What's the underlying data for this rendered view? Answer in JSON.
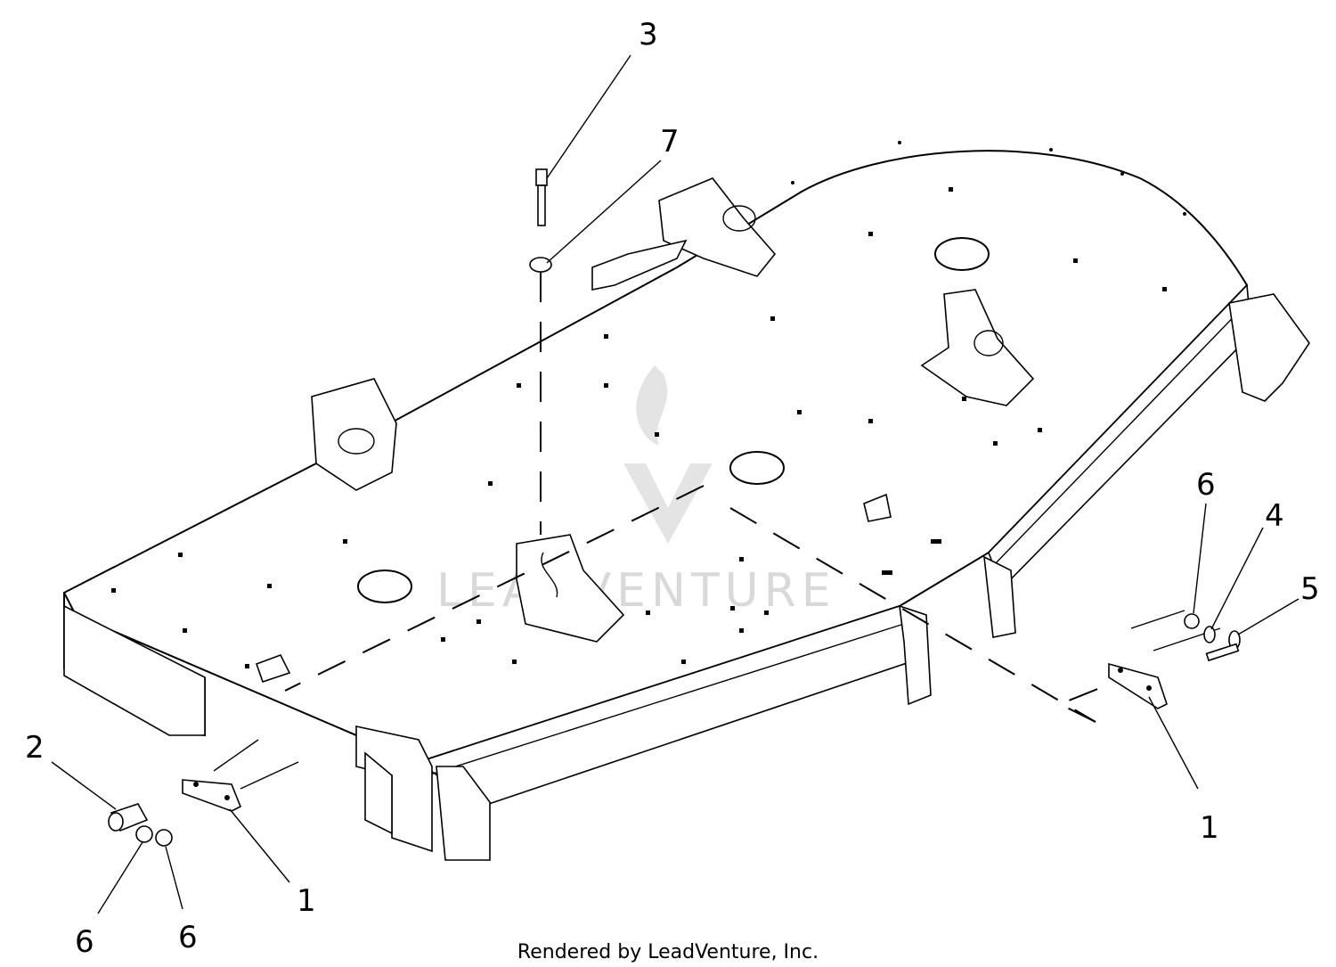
{
  "callouts": {
    "c3": "3",
    "c7": "7",
    "c6_right": "6",
    "c4": "4",
    "c5": "5",
    "c1_right": "1",
    "c2": "2",
    "c1_left": "1",
    "c6_left_a": "6",
    "c6_left_b": "6"
  },
  "watermark": "LEADVENTURE",
  "footer": "Rendered by LeadVenture, Inc."
}
